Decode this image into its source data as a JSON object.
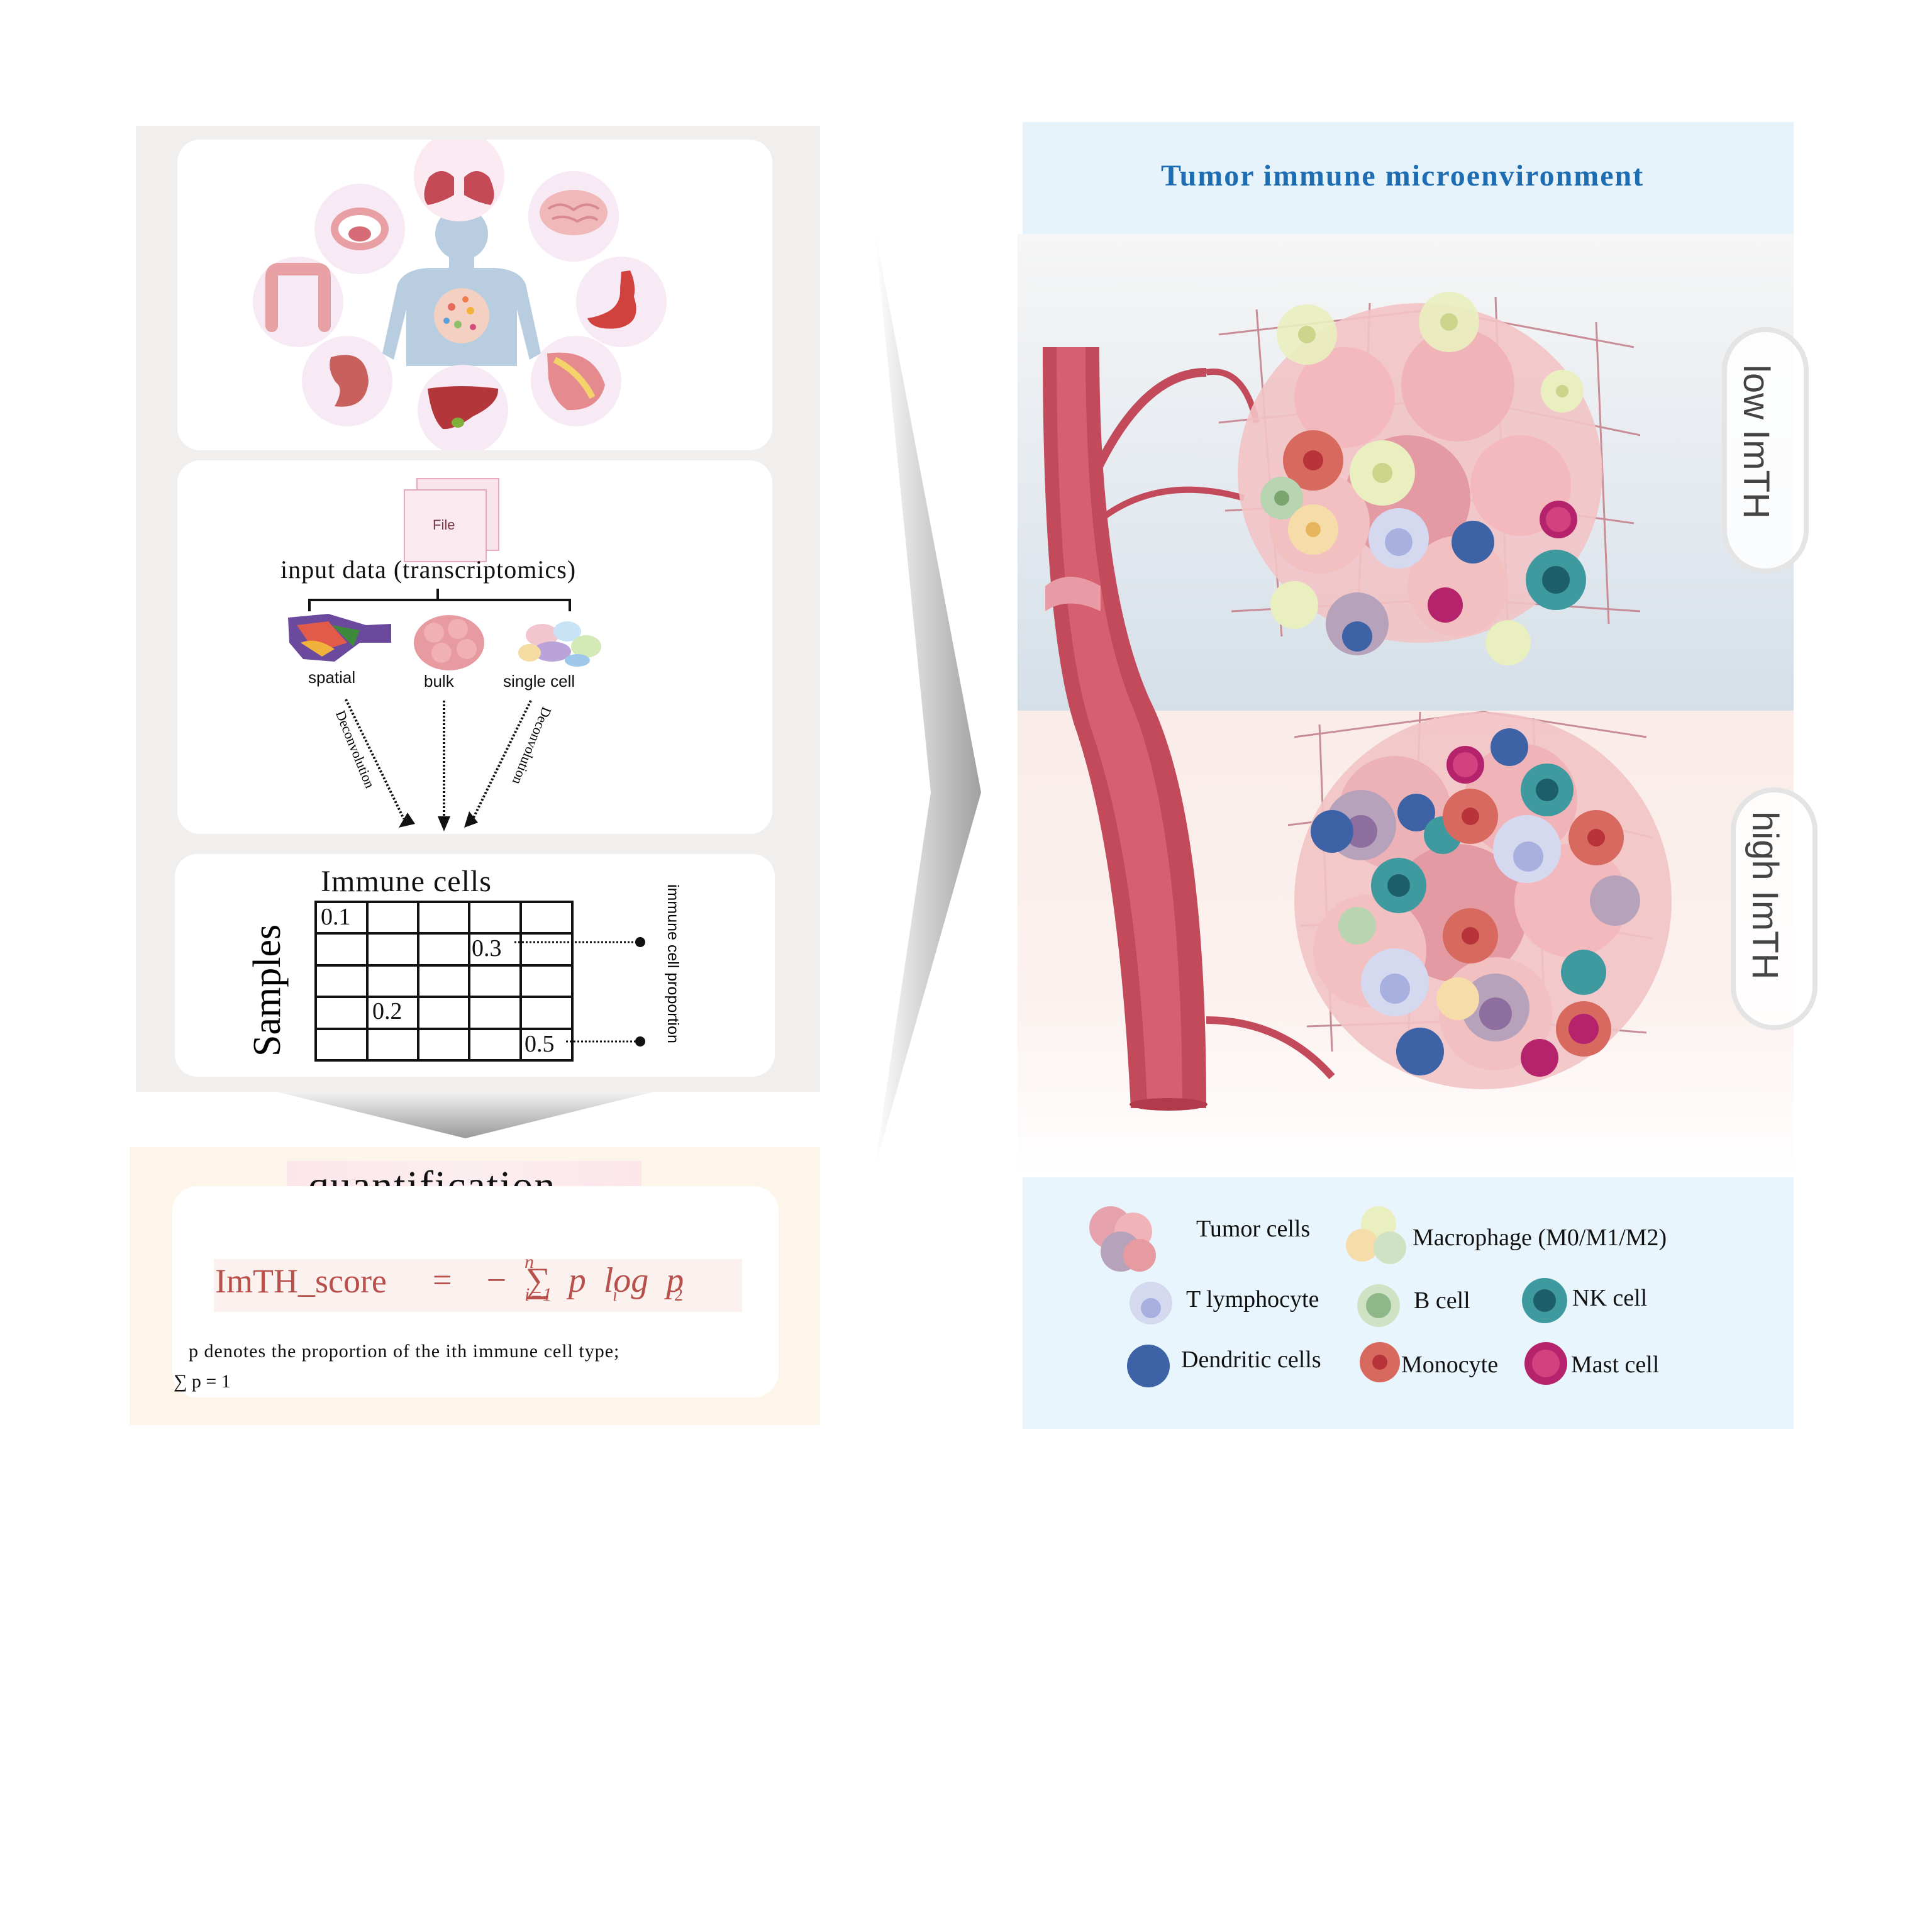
{
  "left": {
    "input_title": "input data (transcriptomics)",
    "file_label": "File",
    "sources": [
      "spatial",
      "bulk",
      "single cell"
    ],
    "arrow_labels": [
      "Deconvolution",
      "Deconvolution"
    ],
    "matrix": {
      "x_title": "Immune cells",
      "y_title": "Samples",
      "values": [
        "0.1",
        "0.3",
        "0.2",
        "0.5"
      ],
      "side_label": "immune cell proportion"
    },
    "quant": {
      "title": "quantification",
      "formula_lhs": "ImTH_score",
      "formula_eq": "=",
      "formula_rhs": "− ∑ p log p",
      "formula_sum_top": "n",
      "formula_sum_bottom": "i=1",
      "formula_sub_i": "i",
      "formula_sub_2": "2",
      "note_line1": "p denotes the proportion of the ith immune cell type;",
      "note_line2": "∑ p = 1"
    }
  },
  "right": {
    "title": "Tumor immune microenvironment",
    "low_label": "low ImTH",
    "high_label": "high ImTH",
    "legend": [
      {
        "label": "Tumor cells",
        "color": "#e7a3ad"
      },
      {
        "label": "Macrophage (M0/M1/M2)",
        "color": "#e9efbf"
      },
      {
        "label": "T lymphocyte",
        "color": "#d5d9f0"
      },
      {
        "label": "B cell",
        "color": "#b8d4b0"
      },
      {
        "label": "NK cell",
        "color": "#3f9aa0"
      },
      {
        "label": "Dendritic cells",
        "color": "#3d63a6"
      },
      {
        "label": "Monocyte",
        "color": "#d7695e"
      },
      {
        "label": "Mast cell",
        "color": "#b4236c"
      }
    ]
  },
  "colors": {
    "title_blue": "#1e6db3",
    "formula_red": "#b8504b",
    "vessel": "#c24a5a"
  },
  "icons": [
    "lungs-icon",
    "brain-icon",
    "stomach-icon",
    "breast-icon",
    "liver-icon",
    "kidney-icon",
    "colon-icon",
    "mouth-icon",
    "body-icon",
    "file-icon"
  ]
}
